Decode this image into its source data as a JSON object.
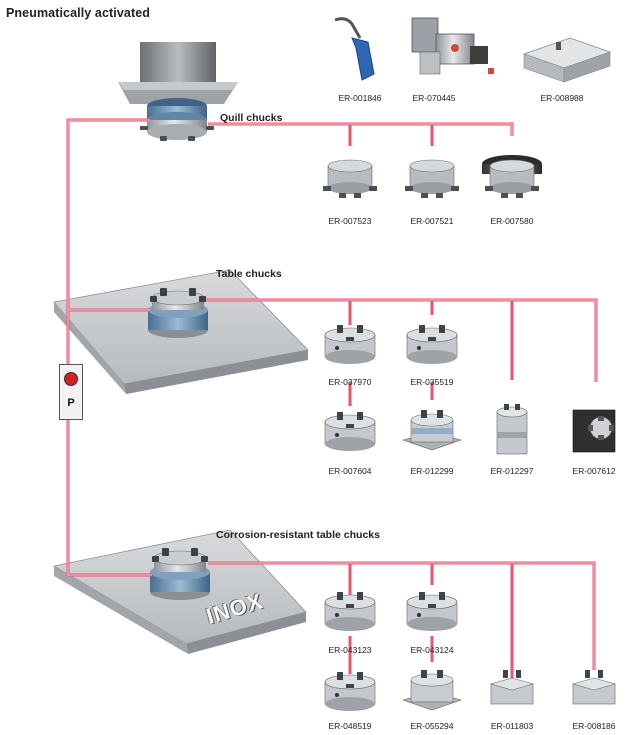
{
  "title": "Pneumatically activated",
  "sections": {
    "quill": "Quill chucks",
    "table": "Table chucks",
    "inox": "Corrosion-resistant table chucks"
  },
  "control_unit": {
    "label": "P",
    "led_color": "#d62020"
  },
  "plate_label": "INOX",
  "colors": {
    "air_line": "#e8566e",
    "air_line_inner": "#f7c3cc",
    "steel": "#c9ccd0",
    "chuck_blue": "#6d93b4"
  },
  "accessories": [
    {
      "code": "ER-001846",
      "icon": "air-blow-gun"
    },
    {
      "code": "ER-070445",
      "icon": "valve-unit"
    },
    {
      "code": "ER-008988",
      "icon": "mounting-plate"
    }
  ],
  "quill_products": [
    "ER-007523",
    "ER-007521",
    "ER-007580"
  ],
  "table_products_row1": [
    "ER-037970",
    "ER-035519"
  ],
  "table_products_row2": [
    "ER-007604",
    "ER-012299",
    "ER-012297",
    "ER-007612"
  ],
  "inox_products_row1": [
    "ER-043123",
    "ER-043124"
  ],
  "inox_products_row2": [
    "ER-048519",
    "ER-055294",
    "ER-011803",
    "ER-008186"
  ]
}
